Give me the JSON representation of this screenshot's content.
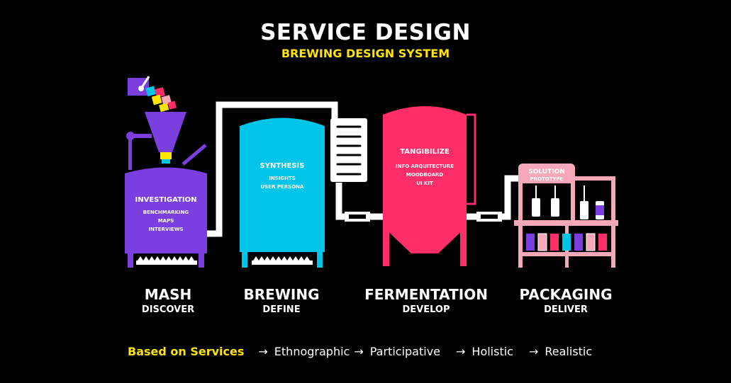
{
  "header": {
    "title": "SERVICE DESIGN",
    "subtitle": "BREWING DESIGN SYSTEM"
  },
  "tanks": {
    "mash": {
      "title": "INVESTIGATION",
      "items": [
        "BENCHMARKING",
        "MAPS",
        "INTERVIEWS"
      ]
    },
    "brewing": {
      "title": "SYNTHESIS",
      "items": [
        "INSIGHTS",
        "USER PERSONA"
      ]
    },
    "fermentation": {
      "title": "TANGIBILIZE",
      "items": [
        "INFO ARQUITECTURE",
        "MOODBOARD",
        "UI KIT"
      ]
    },
    "packaging": {
      "title": "SOLUTION",
      "items": [
        "PROTOTYPE"
      ]
    }
  },
  "stages": [
    {
      "name": "MASH",
      "sub": "DISCOVER"
    },
    {
      "name": "BREWING",
      "sub": "DEFINE"
    },
    {
      "name": "FERMENTATION",
      "sub": "DEVELOP"
    },
    {
      "name": "PACKAGING",
      "sub": "DELIVER"
    }
  ],
  "footer": {
    "lead": "Based on Services",
    "arrow": "→",
    "steps": [
      "Ethnographic",
      "Participative",
      "Holistic",
      "Realistic"
    ]
  },
  "colors": {
    "purple": "#7b3fe0",
    "cyan": "#00c4e8",
    "pink": "#ff2d68",
    "lightpink": "#f7a8b8",
    "yellow": "#ffe600"
  }
}
